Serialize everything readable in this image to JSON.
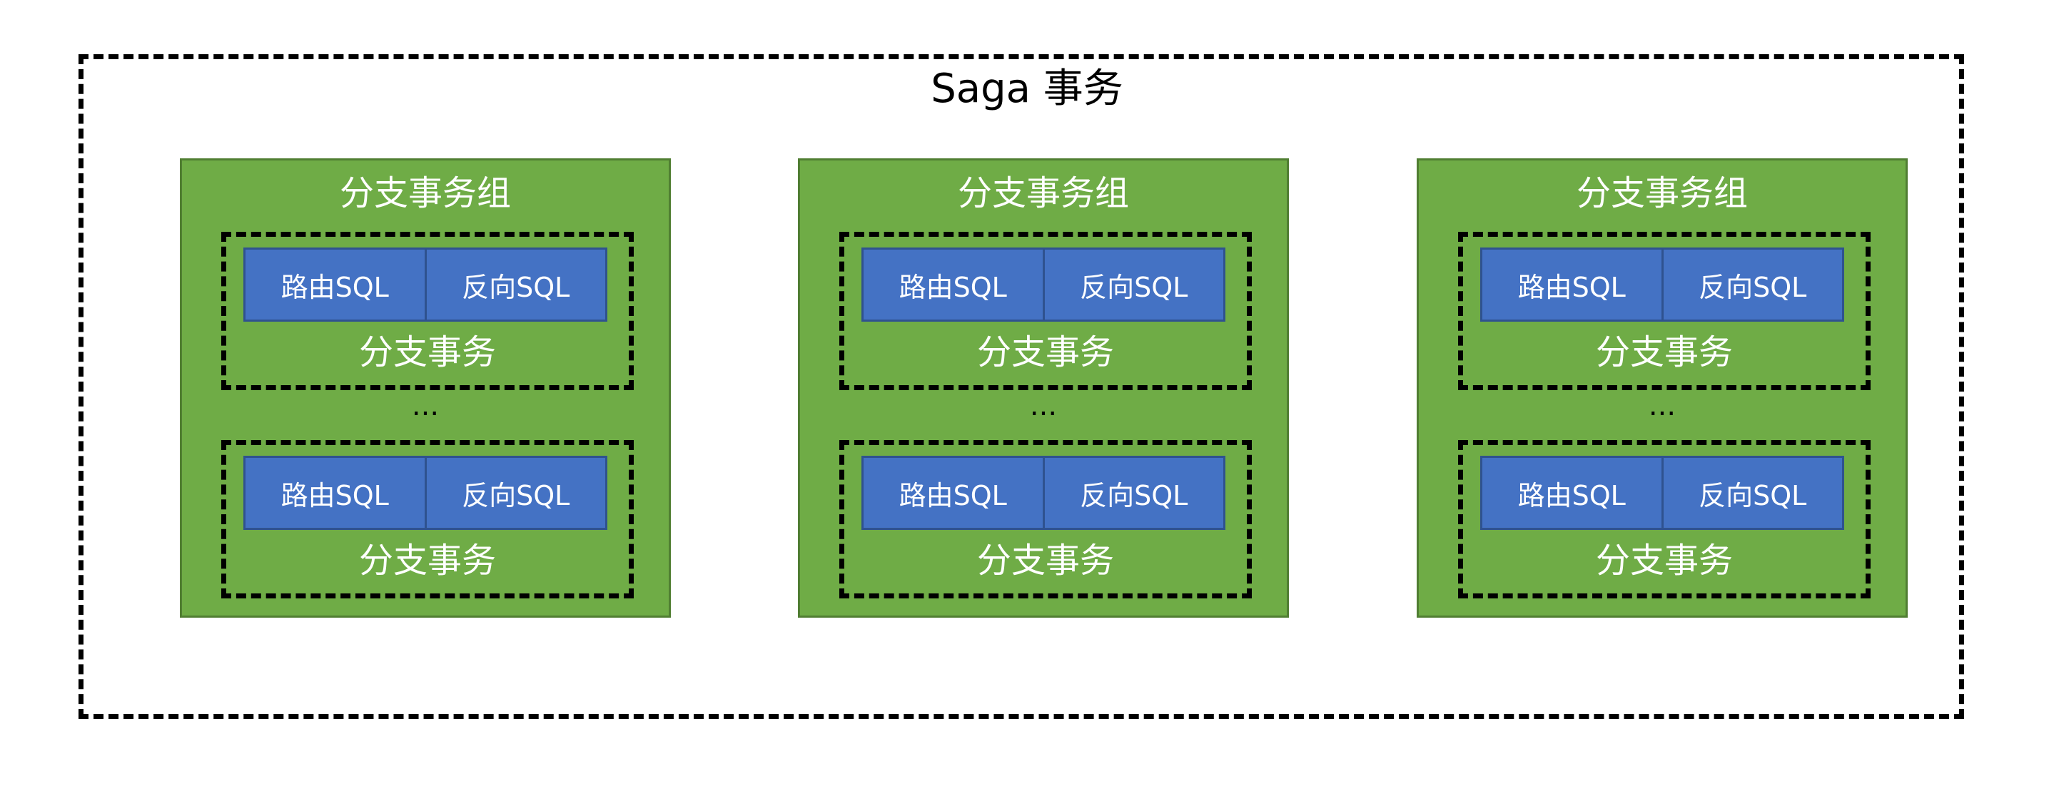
{
  "diagram": {
    "title": "Saga 事务",
    "colors": {
      "group_fill": "#6fac46",
      "group_border": "#507e32",
      "sql_fill": "#4472c4",
      "sql_border": "#2f528f",
      "dash": "#000000"
    },
    "groups": [
      {
        "title": "分支事务组",
        "branches": [
          {
            "routing_sql": "路由SQL",
            "reverse_sql": "反向SQL",
            "label": "分支事务"
          },
          {
            "routing_sql": "路由SQL",
            "reverse_sql": "反向SQL",
            "label": "分支事务"
          }
        ],
        "ellipsis": "..."
      },
      {
        "title": "分支事务组",
        "branches": [
          {
            "routing_sql": "路由SQL",
            "reverse_sql": "反向SQL",
            "label": "分支事务"
          },
          {
            "routing_sql": "路由SQL",
            "reverse_sql": "反向SQL",
            "label": "分支事务"
          }
        ],
        "ellipsis": "..."
      },
      {
        "title": "分支事务组",
        "branches": [
          {
            "routing_sql": "路由SQL",
            "reverse_sql": "反向SQL",
            "label": "分支事务"
          },
          {
            "routing_sql": "路由SQL",
            "reverse_sql": "反向SQL",
            "label": "分支事务"
          }
        ],
        "ellipsis": "..."
      }
    ]
  }
}
